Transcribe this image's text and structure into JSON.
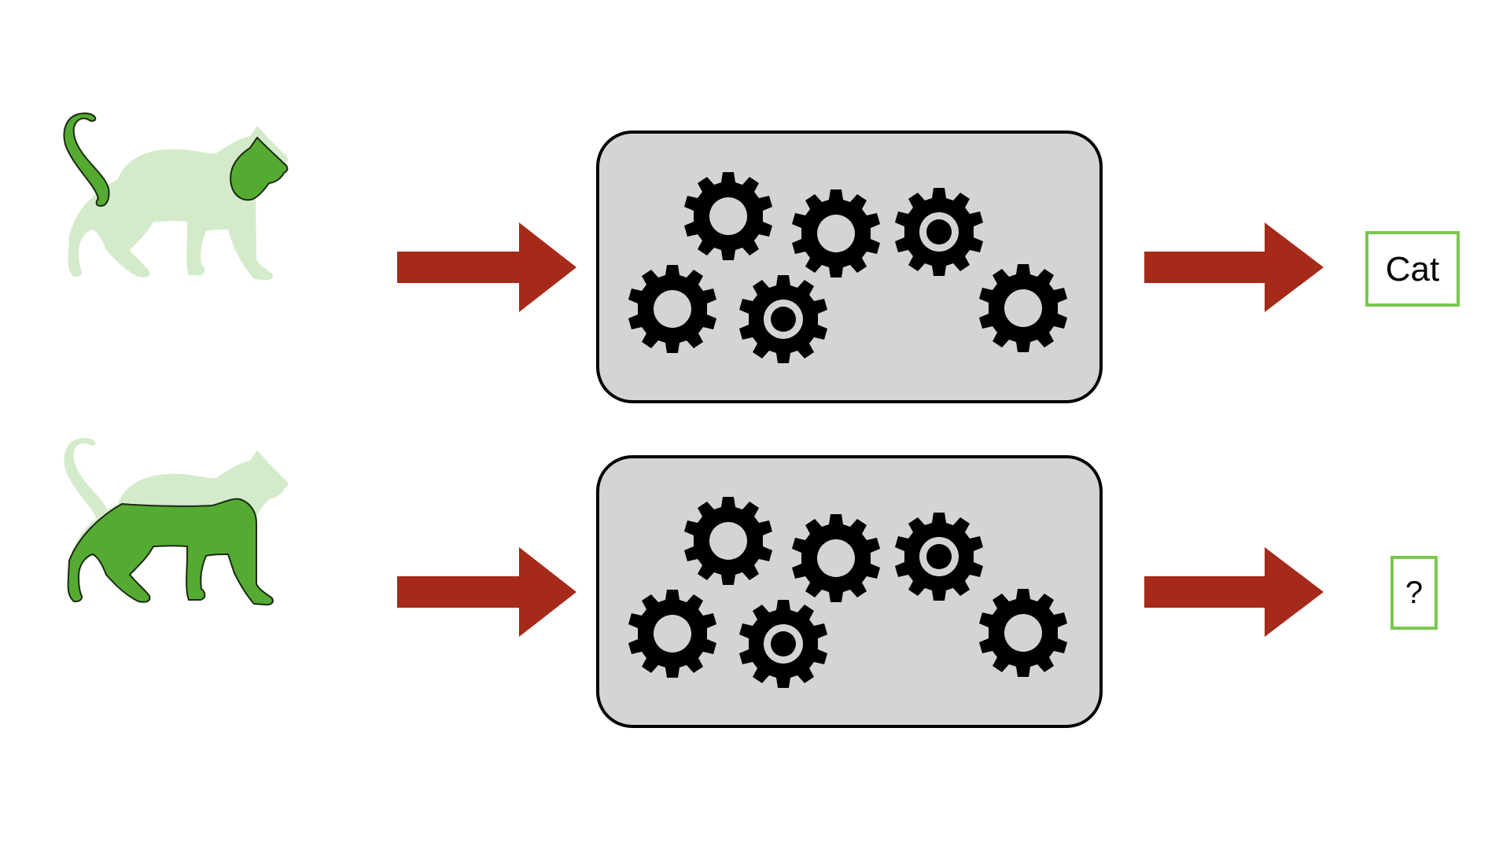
{
  "colors": {
    "background": "#ffffff",
    "arrow": "#a52a1a",
    "cat_highlight": "#55ab32",
    "cat_faded": "#d3ebca",
    "cat_outline": "#1a2a10",
    "box_fill": "#d4d4d4",
    "box_stroke": "#000000",
    "gear": "#000000",
    "label_border": "#7ac74f"
  },
  "rows": [
    {
      "id": "top",
      "highlighted_region": "head-and-tail",
      "model_icon": "gears-icon",
      "output_label": "Cat"
    },
    {
      "id": "bottom",
      "highlighted_region": "body-and-legs",
      "model_icon": "gears-icon",
      "output_label": "?"
    }
  ]
}
